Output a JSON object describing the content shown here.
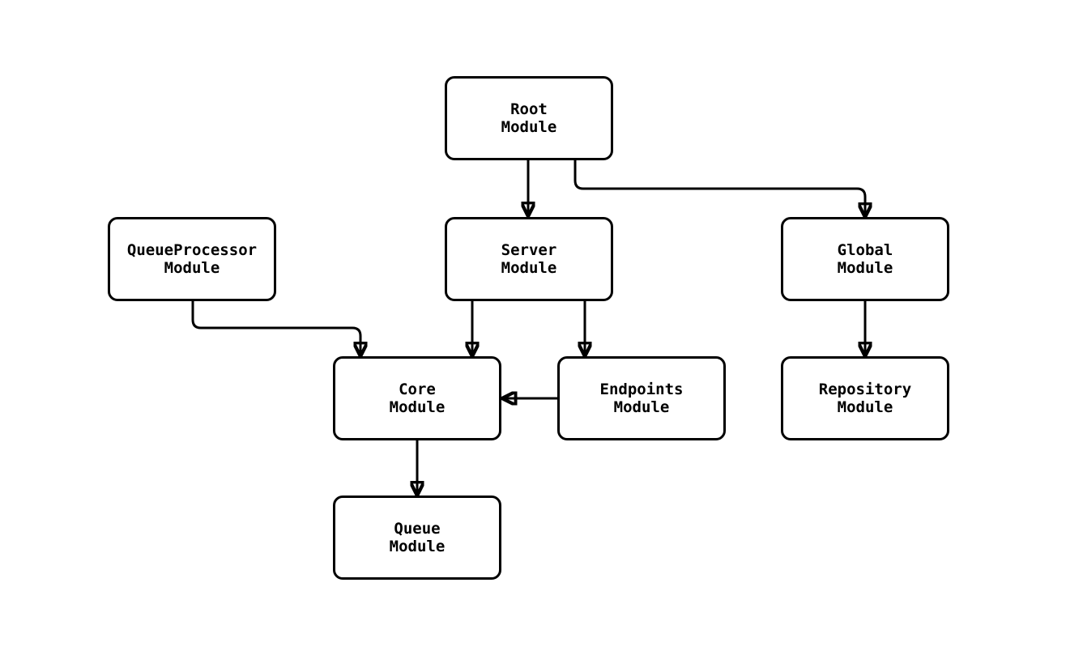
{
  "diagram": {
    "type": "module-dependency-flowchart",
    "background_color": "#ffffff",
    "stroke_color": "#000000",
    "nodes": {
      "root": {
        "label": "Root\nModule"
      },
      "queueProcessor": {
        "label": "QueueProcessor\nModule"
      },
      "server": {
        "label": "Server\nModule"
      },
      "global": {
        "label": "Global\nModule"
      },
      "core": {
        "label": "Core\nModule"
      },
      "endpoints": {
        "label": "Endpoints\nModule"
      },
      "repository": {
        "label": "Repository\nModule"
      },
      "queue": {
        "label": "Queue\nModule"
      }
    },
    "edges": [
      {
        "from": "root",
        "to": "server"
      },
      {
        "from": "root",
        "to": "global"
      },
      {
        "from": "queueProcessor",
        "to": "core"
      },
      {
        "from": "server",
        "to": "core"
      },
      {
        "from": "server",
        "to": "endpoints"
      },
      {
        "from": "endpoints",
        "to": "core"
      },
      {
        "from": "global",
        "to": "repository"
      },
      {
        "from": "core",
        "to": "queue"
      }
    ]
  }
}
